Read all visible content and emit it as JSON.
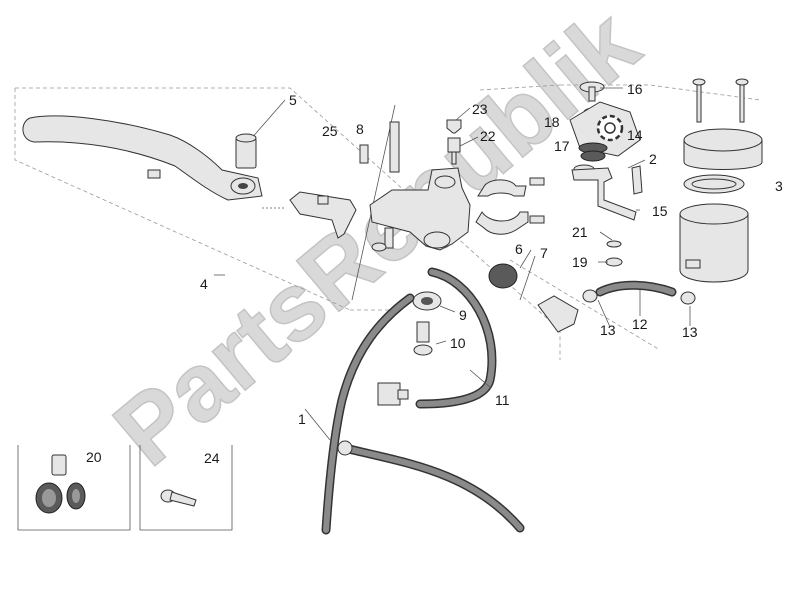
{
  "watermark": "PartsRepublik",
  "callouts": [
    {
      "id": "c1",
      "text": "1"
    },
    {
      "id": "c2",
      "text": "2"
    },
    {
      "id": "c3",
      "text": "3"
    },
    {
      "id": "c4",
      "text": "4"
    },
    {
      "id": "c5",
      "text": "5"
    },
    {
      "id": "c6",
      "text": "6"
    },
    {
      "id": "c7",
      "text": "7"
    },
    {
      "id": "c8",
      "text": "8"
    },
    {
      "id": "c9",
      "text": "9"
    },
    {
      "id": "c10",
      "text": "10"
    },
    {
      "id": "c11",
      "text": "11"
    },
    {
      "id": "c12",
      "text": "12"
    },
    {
      "id": "c13a",
      "text": "13"
    },
    {
      "id": "c13b",
      "text": "13"
    },
    {
      "id": "c14",
      "text": "14"
    },
    {
      "id": "c15",
      "text": "15"
    },
    {
      "id": "c16",
      "text": "16"
    },
    {
      "id": "c17",
      "text": "17"
    },
    {
      "id": "c18",
      "text": "18"
    },
    {
      "id": "c19",
      "text": "19"
    },
    {
      "id": "c20",
      "text": "20"
    },
    {
      "id": "c21",
      "text": "21"
    },
    {
      "id": "c22",
      "text": "22"
    },
    {
      "id": "c23",
      "text": "23"
    },
    {
      "id": "c24",
      "text": "24"
    },
    {
      "id": "c25",
      "text": "25"
    }
  ]
}
